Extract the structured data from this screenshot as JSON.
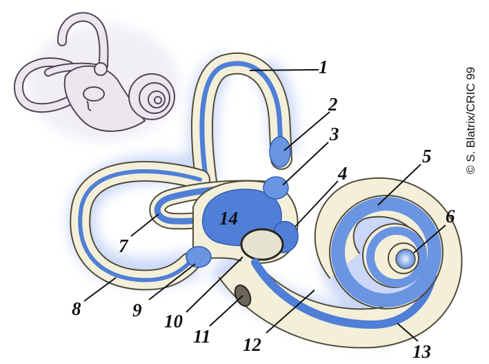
{
  "labels": [
    {
      "id": "1",
      "text": "1"
    },
    {
      "id": "2",
      "text": "2"
    },
    {
      "id": "3",
      "text": "3"
    },
    {
      "id": "4",
      "text": "4"
    },
    {
      "id": "5",
      "text": "5"
    },
    {
      "id": "6",
      "text": "6"
    },
    {
      "id": "7",
      "text": "7"
    },
    {
      "id": "8",
      "text": "8"
    },
    {
      "id": "9",
      "text": "9"
    },
    {
      "id": "10",
      "text": "10"
    },
    {
      "id": "11",
      "text": "11"
    },
    {
      "id": "12",
      "text": "12"
    },
    {
      "id": "13",
      "text": "13"
    },
    {
      "id": "14",
      "text": "14"
    }
  ],
  "credit": "© S. Blatrix/CRIC 99",
  "colors": {
    "bony": "#f3efd9",
    "bony_outline": "#4f4a3a",
    "membranous": "#4f7fd6",
    "glow": "#9fb8f0",
    "thumbnail": "#ece6ef",
    "thumbnail_outline": "#4f4655"
  }
}
